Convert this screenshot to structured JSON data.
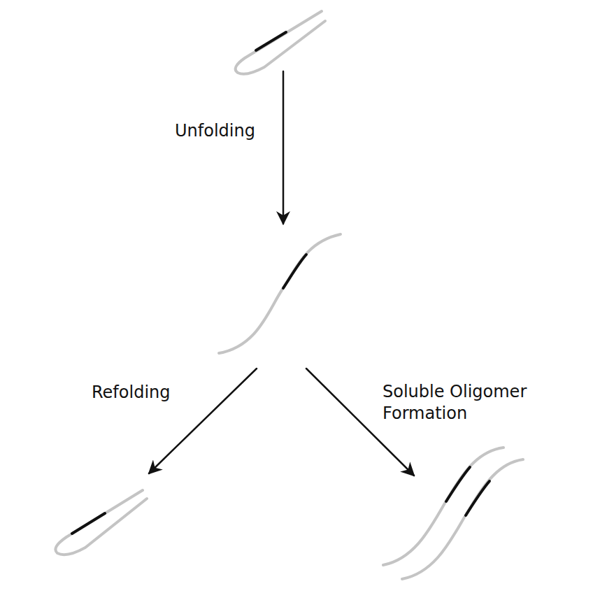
{
  "diagram": {
    "labels": [
      "Unfolding",
      "Refolding",
      "Soluble Oligomer Formation"
    ]
  }
}
